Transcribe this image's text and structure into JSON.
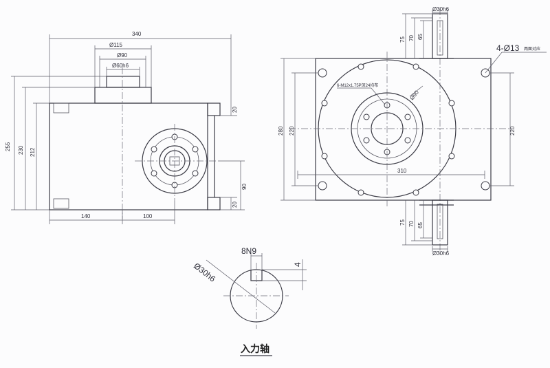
{
  "front_view": {
    "width": "340",
    "boss_dia": "Ø115",
    "pilot_dia": "Ø90",
    "spigot_dia": "Ø60h6",
    "height_total": "255",
    "height_230": "230",
    "height_212": "212",
    "flange_top": "20",
    "flange_bottom": "20",
    "shaft_height": "90",
    "offset_140": "140",
    "offset_100": "100"
  },
  "top_view": {
    "shaft_dia_top": "Ø30h6",
    "shaft_len_75_top": "75",
    "shaft_len_70_top": "70",
    "shaft_len_65_top": "65",
    "mount_holes": "4-Ø13",
    "mount_holes_note": "两面对应",
    "tapped_holes": "6-M12x1.75P深24均布",
    "pcd": "Ø90",
    "size_280": "280",
    "size_220_left": "220",
    "size_220_right": "220",
    "size_310": "310",
    "shaft_len_75_bottom": "75",
    "shaft_len_70_bottom": "70",
    "shaft_len_65_bottom": "65",
    "shaft_dia_bottom": "Ø30h6"
  },
  "keyway_detail": {
    "key_width": "8N9",
    "shaft_dia": "Ø30h6",
    "key_depth": "4",
    "title": "入力轴"
  }
}
